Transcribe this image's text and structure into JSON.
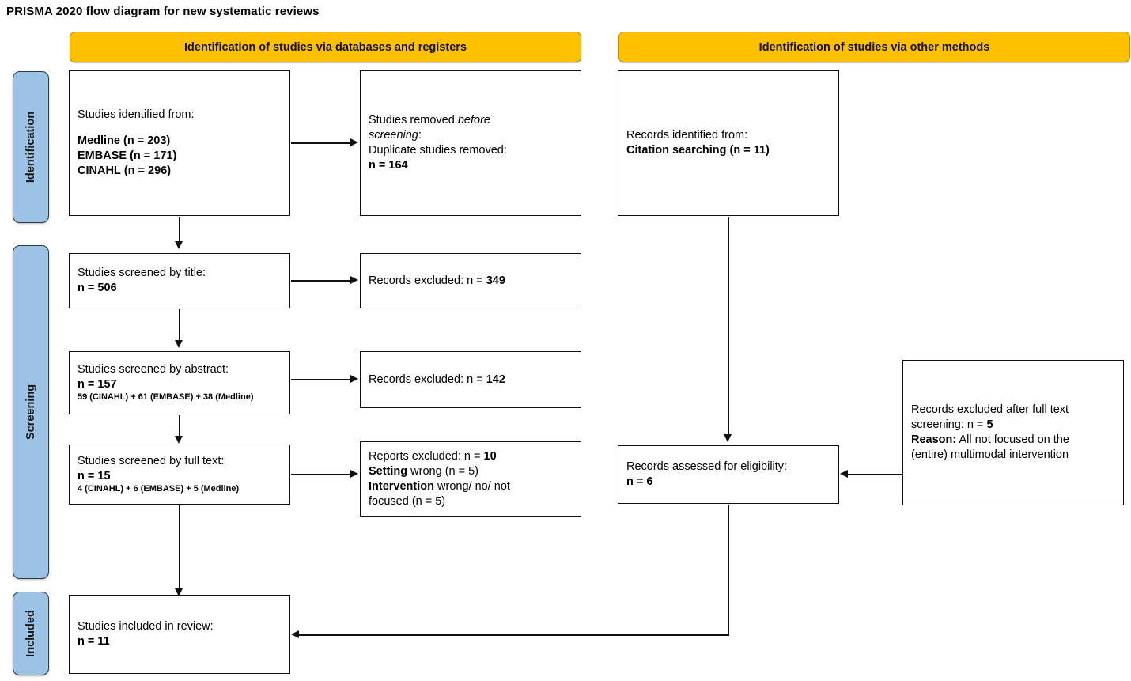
{
  "title": "PRISMA 2020 flow diagram for new systematic reviews",
  "colors": {
    "banner": "#FFC000",
    "stage": "#9CC3E5",
    "line": "#111111",
    "box_border": "#0f0f0f"
  },
  "banners": {
    "databases": "Identification of studies via databases and registers",
    "other": "Identification of studies via other methods"
  },
  "stages": {
    "identification": "Identification",
    "screening": "Screening",
    "included": "Included"
  },
  "boxes": {
    "identified": {
      "line1": "Studies identified from:",
      "sources": [
        {
          "name": "Medline",
          "n": "(n = 203)"
        },
        {
          "name": "EMBASE",
          "n": "(n = 171)"
        },
        {
          "name": "CINAHL",
          "n": "(n = 296)"
        }
      ]
    },
    "removed_before": {
      "line1_plain": "Studies removed ",
      "line1_italic": "before",
      "line2_italic": "screening",
      "line2_plain": ":",
      "line3": "Duplicate studies removed:",
      "line4": "n = 164"
    },
    "other_identified": {
      "line1": "Records identified from:",
      "line2_bold": "Citation searching (n = 11)"
    },
    "screened_title": {
      "line1": "Studies screened by title:",
      "line2": "n = 506"
    },
    "excluded_title": {
      "label": "Records excluded: n = ",
      "n": "349"
    },
    "screened_abstract": {
      "line1": "Studies screened by abstract:",
      "line2": "n = 157",
      "line3": "59 (CINAHL) + 61 (EMBASE) + 38 (Medline)"
    },
    "excluded_abstract": {
      "label": "Records excluded: n = ",
      "n": "142"
    },
    "screened_fulltext": {
      "line1": "Studies screened by full text:",
      "line2": "n = 15",
      "line3": "4 (CINAHL) + 6 (EMBASE) + 5 (Medline)"
    },
    "reports_excluded": {
      "line1_plain": "Reports excluded: n = ",
      "line1_bold": "10",
      "line2_bold": "Setting",
      "line2_plain": " wrong (n = 5)",
      "line3_bold": "Intervention",
      "line3_plain": " wrong/ no/ not",
      "line4_plain": "focused (n = 5)"
    },
    "assessed_eligibility": {
      "line1": "Records assessed for eligibility:",
      "line2": "n = 6"
    },
    "excluded_fulltext": {
      "line1": "Records excluded after full text",
      "line2_plain": "screening: n = ",
      "line2_bold": "5",
      "line3_bold": "Reason:",
      "line3_plain": " All not focused on the",
      "line4": "(entire) multimodal intervention"
    },
    "included": {
      "line1": "Studies included in review:",
      "line2": "n = 11"
    }
  }
}
